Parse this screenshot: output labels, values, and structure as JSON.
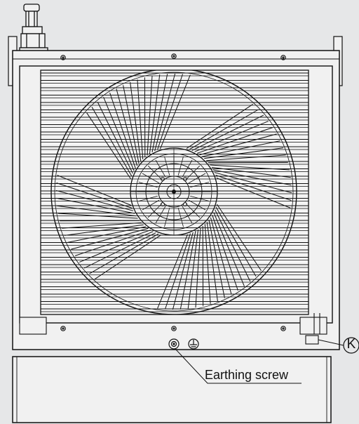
{
  "callouts": {
    "earthing_screw": "Earthing screw",
    "k": "K"
  },
  "colors": {
    "background": "#e6e7e8",
    "line": "#111111",
    "fill": "#f1f1f1"
  },
  "icons": [
    "earth-ground-symbol",
    "pipe-fitting",
    "cooling-fan"
  ]
}
